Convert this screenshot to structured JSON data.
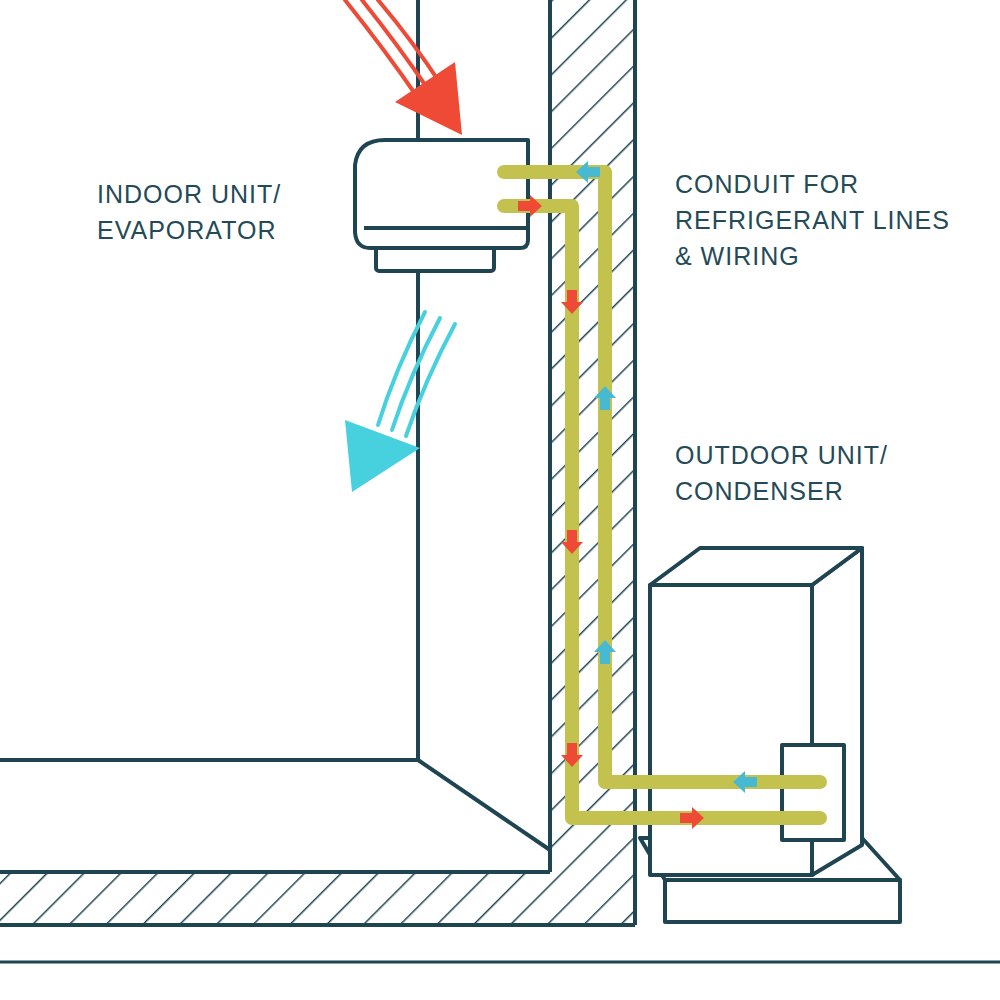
{
  "diagram": {
    "labels": [
      "INDOOR UNIT/ EVAPORATOR",
      "CONDUIT FOR REFRIGERANT LINES & WIRING",
      "OUTDOOR UNIT/ CONDENSER"
    ]
  }
}
